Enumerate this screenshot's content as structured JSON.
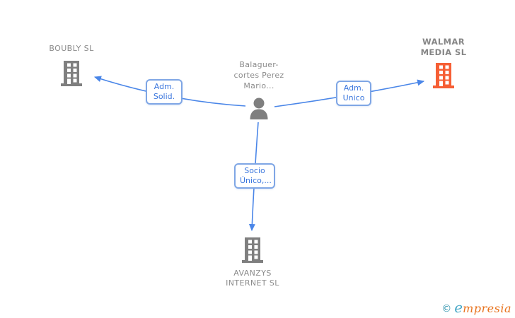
{
  "diagram": {
    "person": {
      "name_line1": "Balaguer-",
      "name_line2": "cortes Perez",
      "name_line3": "Mario..."
    },
    "companies": {
      "boubly": {
        "name": "BOUBLY SL"
      },
      "walmar": {
        "line1": "WALMAR",
        "line2": "MEDIA SL"
      },
      "avanzys": {
        "line1": "AVANZYS",
        "line2": "INTERNET SL"
      }
    },
    "relationships": {
      "adm_solid": {
        "line1": "Adm.",
        "line2": "Solid."
      },
      "adm_unico": {
        "line1": "Adm.",
        "line2": "Unico"
      },
      "socio_unico": {
        "line1": "Socio",
        "line2": "Único,..."
      }
    }
  },
  "colors": {
    "edge_blue": "#4a86e8",
    "label_text_blue": "#3a76dd",
    "node_gray": "#7f7f7f",
    "highlight_orange": "#f65f35",
    "logo_teal": "#2f93ad",
    "logo_orange": "#e8721c"
  },
  "watermark": {
    "copyright": "©",
    "brand_head": "e",
    "brand_tail": "mpresia"
  }
}
